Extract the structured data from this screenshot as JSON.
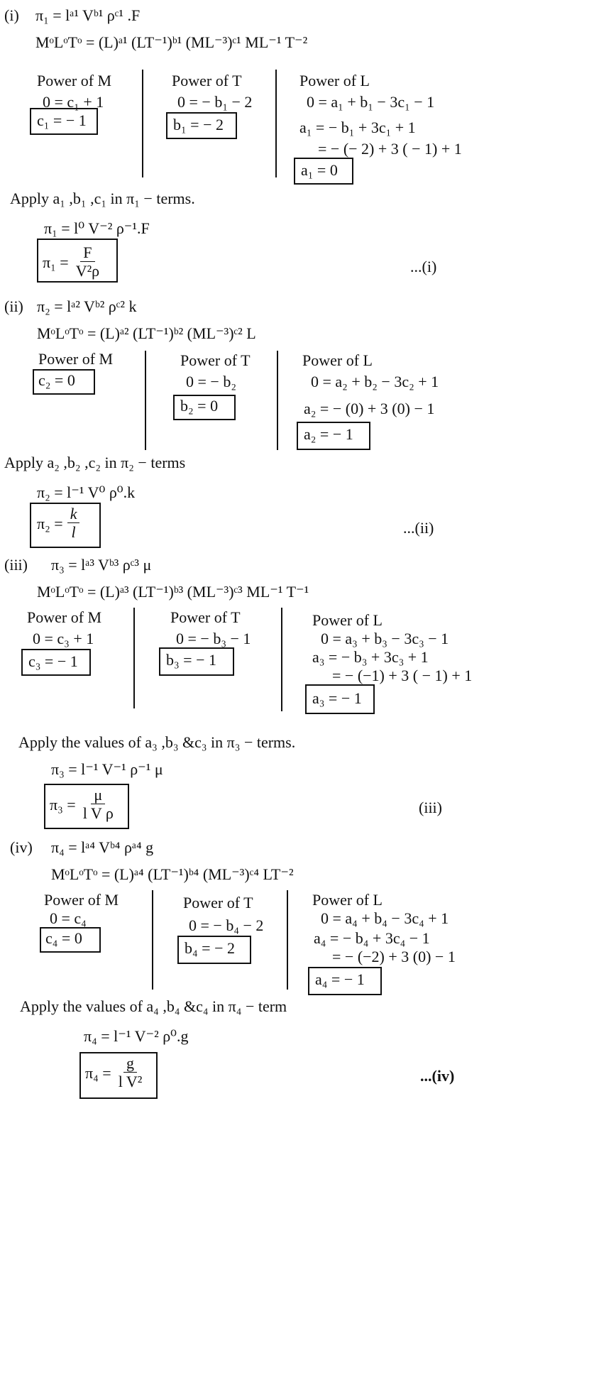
{
  "part1": {
    "label": "(i)",
    "eq1": "π₁ = lᵃ¹ Vᵇ¹ ρᶜ¹ .F",
    "eq2": "MᵒLᵒTᵒ = (L)ᵃ¹ (LT⁻¹)ᵇ¹ (ML⁻³)ᶜ¹ ML⁻¹ T⁻²",
    "m_title": "Power of M",
    "m_eq": "0 = c₁ + 1",
    "m_box": "c₁ = − 1",
    "t_title": "Power of T",
    "t_eq": "0 = − b₁ − 2",
    "t_box": "b₁ = − 2",
    "l_title": "Power of L",
    "l_eq1": "0 = a₁ + b₁ − 3c₁ − 1",
    "l_eq2": "a₁ = − b₁ + 3c₁ + 1",
    "l_eq3": "= − (− 2) + 3 ( − 1) + 1",
    "l_box": "a₁ = 0",
    "apply": "Apply a₁ ,b₁ ,c₁ in π₁ − terms.",
    "sub": "π₁ = l⁰ V⁻² ρ⁻¹.F",
    "result_lhs": "π₁ =",
    "result_num": "F",
    "result_den": "V²ρ",
    "tag": "...(i)"
  },
  "part2": {
    "label": "(ii)",
    "eq1": "π₂ = lᵃ² Vᵇ² ρᶜ² k",
    "eq2": "MᵒLᵒTᵒ = (L)ᵃ² (LT⁻¹)ᵇ² (ML⁻³)ᶜ² L",
    "m_title": "Power of M",
    "m_box": "c₂ = 0",
    "t_title": "Power of T",
    "t_eq": "0 = − b₂",
    "t_box": "b₂ = 0",
    "l_title": "Power of L",
    "l_eq1": "0 = a₂ + b₂ − 3c₂ + 1",
    "l_eq2": "a₂ = − (0) + 3 (0) − 1",
    "l_box": "a₂ = − 1",
    "apply": "Apply a₂ ,b₂ ,c₂ in π₂ − terms",
    "sub": "π₂ = l⁻¹ V⁰ ρ⁰.k",
    "result_lhs": "π₂ =",
    "result_num": "k",
    "result_den": "l",
    "tag": "...(ii)"
  },
  "part3": {
    "label": "(iii)",
    "eq1": "π₃ = lᵃ³ Vᵇ³ ρᶜ³ μ",
    "eq2": "MᵒLᵒTᵒ = (L)ᵃ³ (LT⁻¹)ᵇ³ (ML⁻³)ᶜ³ ML⁻¹ T⁻¹",
    "m_title": "Power of M",
    "m_eq": "0 = c₃ + 1",
    "m_box": "c₃ = − 1",
    "t_title": "Power of T",
    "t_eq": "0 = − b₃ − 1",
    "t_box": "b₃ = − 1",
    "l_title": "Power of L",
    "l_eq1": "0 = a₃ + b₃ − 3c₃ − 1",
    "l_eq2": "a₃ = − b₃ + 3c₃ + 1",
    "l_eq3": "= − (−1) + 3 ( − 1) + 1",
    "l_box": "a₃ = − 1",
    "apply": "Apply the values of a₃ ,b₃ &c₃ in π₃ − terms.",
    "sub": "π₃ = l⁻¹ V⁻¹ ρ⁻¹ μ",
    "result_lhs": "π₃ =",
    "result_num": "μ",
    "result_den": "l V ρ",
    "tag": "(iii)"
  },
  "part4": {
    "label": "(iv)",
    "eq1": "π₄ = lᵃ⁴ Vᵇ⁴ ρᵃ⁴ g",
    "eq2": "MᵒLᵒTᵒ = (L)ᵃ⁴ (LT⁻¹)ᵇ⁴ (ML⁻³)ᶜ⁴ LT⁻²",
    "m_title": "Power of M",
    "m_eq": "0 = c₄",
    "m_box": "c₄ = 0",
    "t_title": "Power of T",
    "t_eq": "0 = − b₄ − 2",
    "t_box": "b₄ = − 2",
    "l_title": "Power of L",
    "l_eq1": "0 = a₄ + b₄ − 3c₄ + 1",
    "l_eq2": "a₄ = − b₄ + 3c₄ − 1",
    "l_eq3": "= − (−2) + 3 (0) − 1",
    "l_box": "a₄ = − 1",
    "apply": "Apply the values of a₄ ,b₄ &c₄ in π₄ − term",
    "sub": "π₄ = l⁻¹ V⁻² ρ⁰.g",
    "result_lhs": "π₄ =",
    "result_num": "g",
    "result_den": "l V²",
    "tag": "...(iv)"
  }
}
